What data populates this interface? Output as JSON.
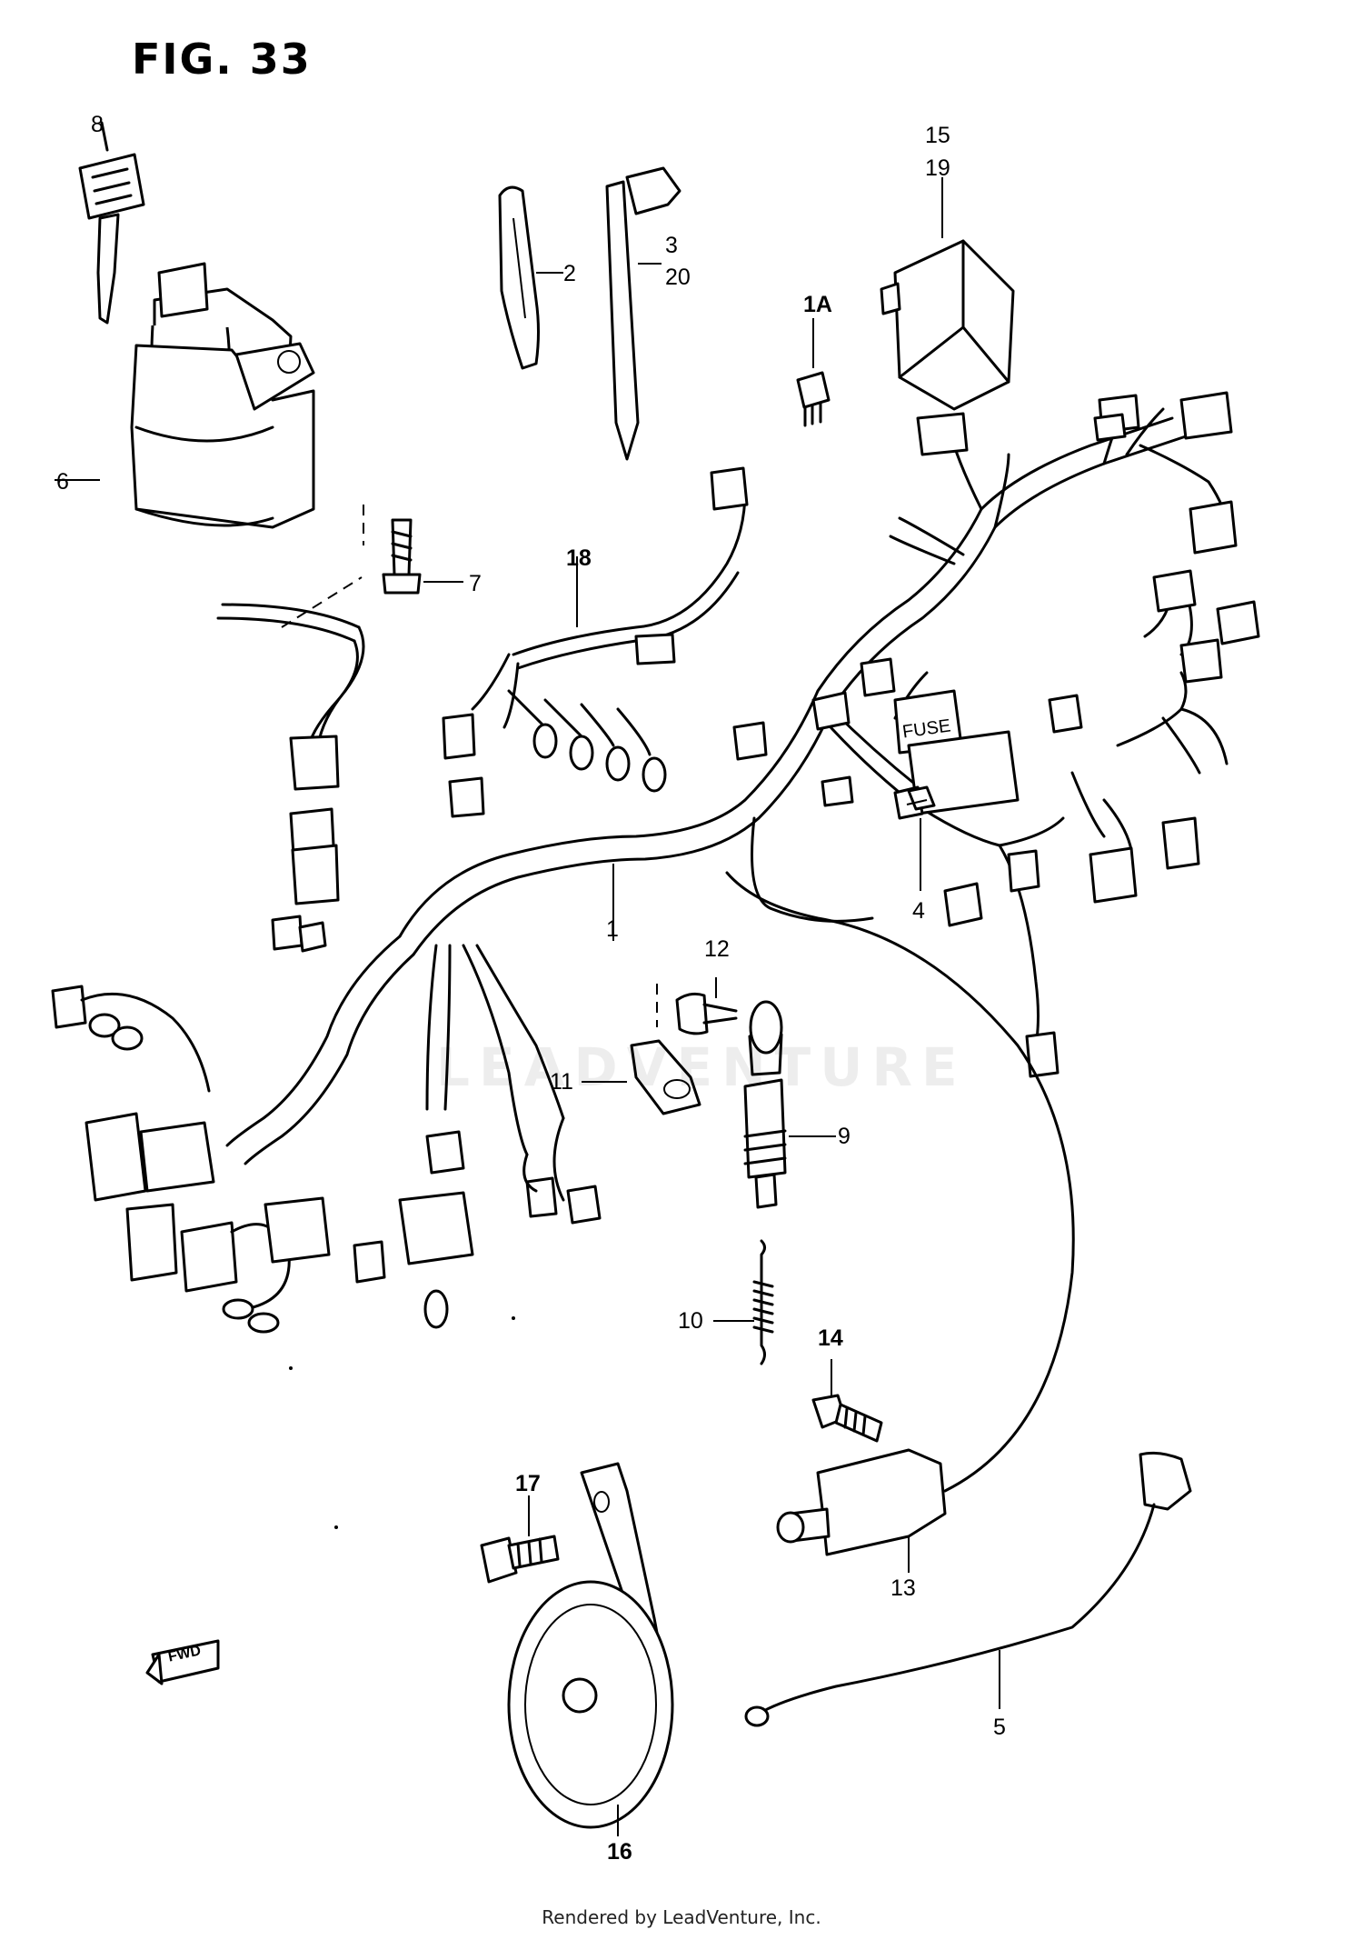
{
  "figure": {
    "title": "FIG. 33"
  },
  "callouts": {
    "c1": "1",
    "c1a": "1A",
    "c2": "2",
    "c3": "3",
    "c20": "20",
    "c4": "4",
    "c5": "5",
    "c6": "6",
    "c7": "7",
    "c8": "8",
    "c9": "9",
    "c10": "10",
    "c11": "11",
    "c12": "12",
    "c13": "13",
    "c14": "14",
    "c15": "15",
    "c16": "16",
    "c17": "17",
    "c18": "18",
    "c19": "19"
  },
  "labels": {
    "fuse": "FUSE",
    "fwd": "FWD"
  },
  "watermark": "LEADVENTURE",
  "footer": {
    "text": "Rendered by LeadVenture, Inc."
  }
}
